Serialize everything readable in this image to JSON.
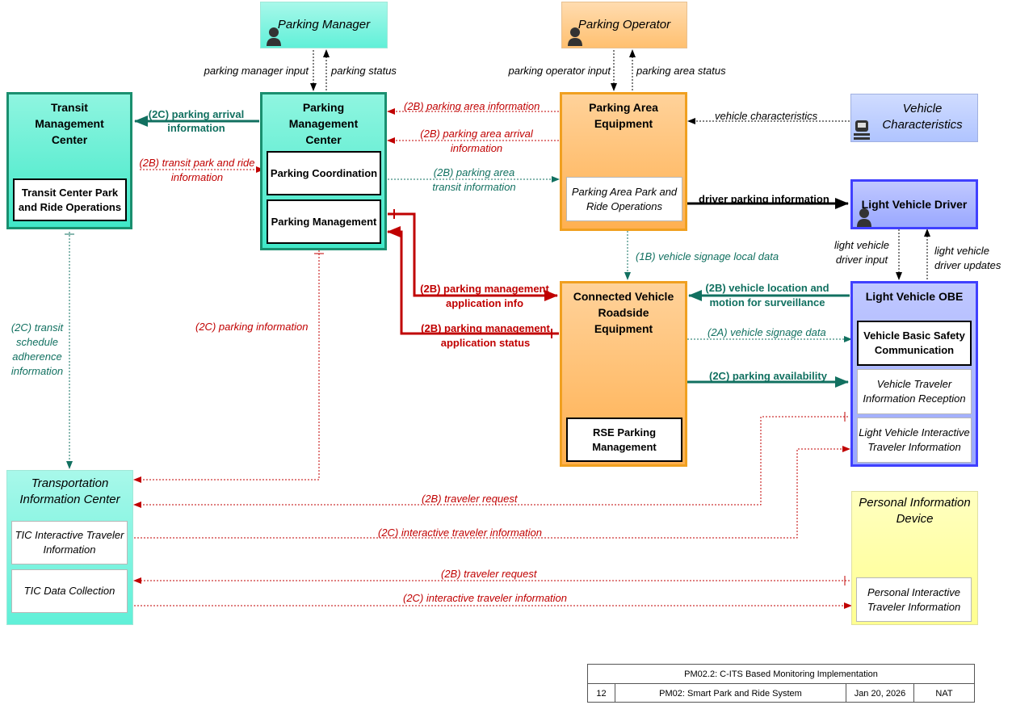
{
  "nodes": {
    "parking_manager": "Parking Manager",
    "parking_operator": "Parking Operator",
    "transit_mgmt": "Transit Management Center",
    "parking_mgmt_center": "Parking Management Center",
    "parking_area_equipment": "Parking Area Equipment",
    "vehicle_characteristics": "Vehicle Characteristics",
    "light_vehicle_driver": "Light Vehicle Driver",
    "connected_vehicle_rse": "Connected Vehicle Roadside Equipment",
    "light_vehicle_obe": "Light Vehicle OBE",
    "transportation_info_center": "Transportation Information Center",
    "personal_info_device": "Personal Information Device"
  },
  "functions": {
    "transit_center_park_ride": "Transit Center Park and Ride Operations",
    "parking_coordination": "Parking Coordination",
    "parking_management": "Parking Management",
    "parking_area_park_ride": "Parking Area Park and Ride Operations",
    "rse_parking_mgmt": "RSE Parking Management",
    "vehicle_basic_safety": "Vehicle Basic Safety Communication",
    "vehicle_traveler_info_reception": "Vehicle Traveler Information Reception",
    "lv_interactive_traveler_info": "Light Vehicle Interactive Traveler Information",
    "tic_interactive_traveler_info": "TIC Interactive Traveler Information",
    "tic_data_collection": "TIC Data Collection",
    "personal_interactive_traveler_info": "Personal Interactive Traveler Information"
  },
  "flows": {
    "parking_manager_input": "parking manager input",
    "parking_status": "parking status",
    "parking_operator_input": "parking operator input",
    "parking_area_status": "parking area status",
    "parking_arrival_info": "(2C) parking arrival information",
    "parking_area_information": "(2B) parking area information",
    "parking_area_arrival_info": "(2B) parking area arrival information",
    "vehicle_characteristics": "vehicle characteristics",
    "transit_park_ride_info": "(2B) transit park and ride information",
    "parking_area_transit_info": "(2B) parking area transit information",
    "driver_parking_info": "driver parking information",
    "vehicle_signage_local": "(1B) vehicle signage local data",
    "lv_driver_input": "light vehicle driver input",
    "lv_driver_updates": "light vehicle driver updates",
    "pm_app_info": "(2B) parking management application info",
    "pm_app_status": "(2B) parking management application status",
    "vehicle_location_motion": "(2B) vehicle location and motion for surveillance",
    "vehicle_signage_data": "(2A) vehicle signage data",
    "parking_availability": "(2C) parking availability",
    "transit_schedule_adherence": "(2C) transit schedule adherence information",
    "parking_information": "(2C) parking information",
    "traveler_request_1": "(2B) traveler request",
    "interactive_traveler_info_1": "(2C) interactive traveler information",
    "traveler_request_2": "(2B) traveler request",
    "interactive_traveler_info_2": "(2C) interactive traveler information"
  },
  "footer": {
    "title": "PM02.2: C-ITS Based Monitoring Implementation",
    "page": "12",
    "name": "PM02: Smart Park and Ride System",
    "date": "Jan 20, 2026",
    "org": "NAT"
  },
  "colors": {
    "red": "#c00000",
    "green": "#117060",
    "black": "#000000"
  }
}
